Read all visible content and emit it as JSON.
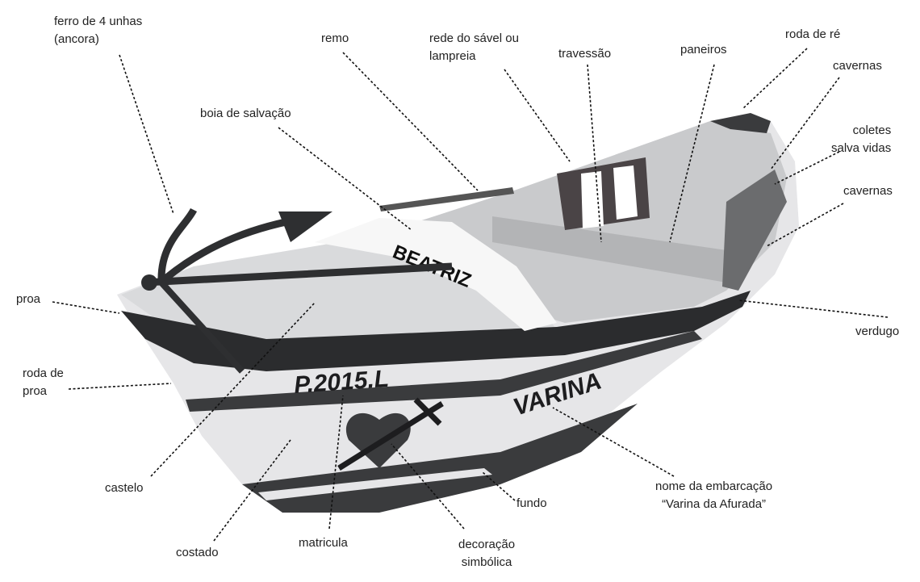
{
  "title": "Partes da embarcação",
  "labels": {
    "ferro_1": "ferro de 4 unhas",
    "ferro_2": "(ancora)",
    "remo": "remo",
    "rede_1": "rede do sável ou",
    "rede_2": "lampreia",
    "travessao": "travessão",
    "paneiros": "paneiros",
    "roda_re": "roda de ré",
    "cavernas_1": "cavernas",
    "coletes_1": "coletes",
    "coletes_2": "salva vidas",
    "cavernas_2": "cavernas",
    "boia": "boia de salvação",
    "proa": "proa",
    "roda_proa_1": "roda de",
    "roda_proa_2": "proa",
    "verdugo": "verdugo",
    "castelo": "castelo",
    "costado": "costado",
    "matricula": "matricula",
    "decoracao_1": "decoração",
    "decoracao_2": "simbólica",
    "fundo": "fundo",
    "nome_1": "nome da embarcação",
    "nome_2": "“Varina da Afurada”"
  },
  "boat_text": {
    "registration": "P.2015.L",
    "hull_name": "VARINA",
    "buoy_name": "BEATRIZ"
  }
}
